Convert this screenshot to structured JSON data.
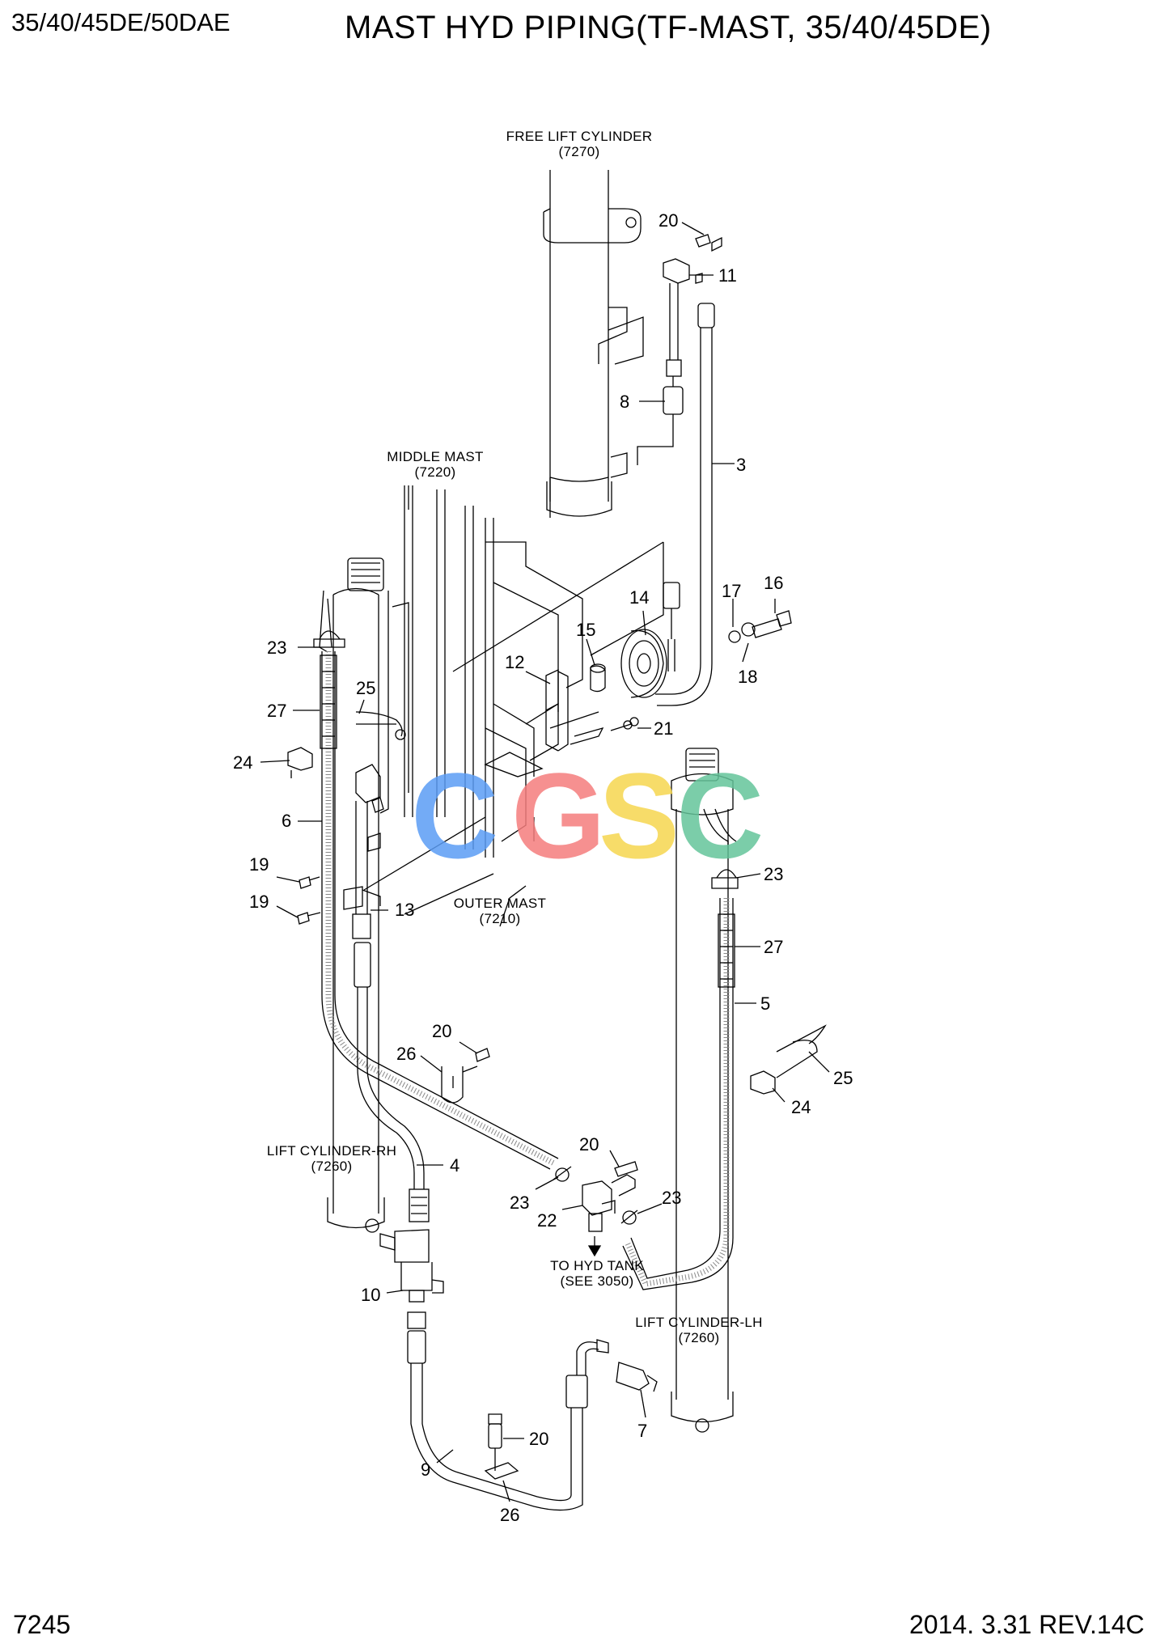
{
  "header": {
    "model": "35/40/45DE/50DAE",
    "title": "MAST HYD PIPING(TF-MAST, 35/40/45DE)"
  },
  "footer": {
    "page": "7245",
    "date_rev": "2014. 3.31  REV.14C"
  },
  "watermark": {
    "text": "CGSC",
    "colors": [
      "#5b9cf5",
      "#f47d7d",
      "#f6d64f",
      "#64c49a"
    ]
  },
  "components": {
    "free_lift_cylinder": {
      "name": "FREE LIFT CYLINDER",
      "ref": "(7270)"
    },
    "middle_mast": {
      "name": "MIDDLE MAST",
      "ref": "(7220)"
    },
    "outer_mast": {
      "name": "OUTER MAST",
      "ref": "(7210)"
    },
    "lift_cylinder_rh": {
      "name": "LIFT CYLINDER-RH",
      "ref": "(7260)"
    },
    "lift_cylinder_lh": {
      "name": "LIFT CYLINDER-LH",
      "ref": "(7260)"
    },
    "hyd_tank": {
      "name": "TO HYD TANK",
      "ref": "(SEE 3050)"
    }
  },
  "callouts": [
    {
      "id": "c20a",
      "label": "20"
    },
    {
      "id": "c11",
      "label": "11"
    },
    {
      "id": "c8",
      "label": "8"
    },
    {
      "id": "c3",
      "label": "3"
    },
    {
      "id": "c14",
      "label": "14"
    },
    {
      "id": "c17",
      "label": "17"
    },
    {
      "id": "c16",
      "label": "16"
    },
    {
      "id": "c15",
      "label": "15"
    },
    {
      "id": "c12",
      "label": "12"
    },
    {
      "id": "c18",
      "label": "18"
    },
    {
      "id": "c21",
      "label": "21"
    },
    {
      "id": "c23a",
      "label": "23"
    },
    {
      "id": "c27a",
      "label": "27"
    },
    {
      "id": "c25a",
      "label": "25"
    },
    {
      "id": "c24a",
      "label": "24"
    },
    {
      "id": "c6",
      "label": "6"
    },
    {
      "id": "c19a",
      "label": "19"
    },
    {
      "id": "c19b",
      "label": "19"
    },
    {
      "id": "c13",
      "label": "13"
    },
    {
      "id": "c23b",
      "label": "23"
    },
    {
      "id": "c27b",
      "label": "27"
    },
    {
      "id": "c5",
      "label": "5"
    },
    {
      "id": "c20b",
      "label": "20"
    },
    {
      "id": "c26a",
      "label": "26"
    },
    {
      "id": "c25b",
      "label": "25"
    },
    {
      "id": "c24b",
      "label": "24"
    },
    {
      "id": "c20c",
      "label": "20"
    },
    {
      "id": "c4",
      "label": "4"
    },
    {
      "id": "c23c",
      "label": "23"
    },
    {
      "id": "c22",
      "label": "22"
    },
    {
      "id": "c23d",
      "label": "23"
    },
    {
      "id": "c10",
      "label": "10"
    },
    {
      "id": "c7",
      "label": "7"
    },
    {
      "id": "c20d",
      "label": "20"
    },
    {
      "id": "c9",
      "label": "9"
    },
    {
      "id": "c26b",
      "label": "26"
    }
  ]
}
